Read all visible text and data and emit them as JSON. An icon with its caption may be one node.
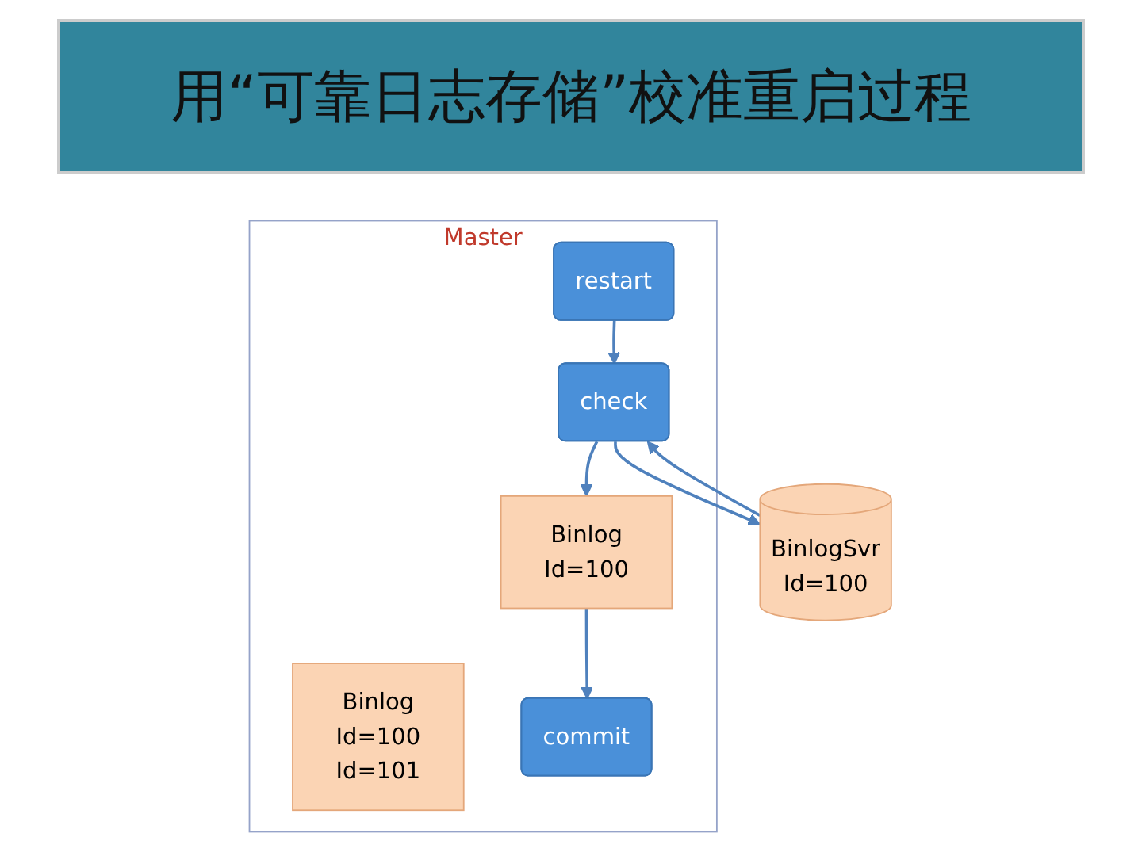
{
  "diagram": {
    "title": "用“可靠日志存储”校准重启过程",
    "nodes": [
      {
        "text": [
          "Master"
        ]
      },
      {
        "text": [
          "Binlog",
          "Id=100",
          "Id=101"
        ],
        "in": 0
      },
      {
        "text": [
          "restart"
        ],
        "in": 0
      },
      {
        "text": [
          "check"
        ],
        "in": 0
      },
      {
        "text": [
          "Binlog",
          "Id=100"
        ],
        "in": 0
      },
      {
        "text": [
          "commit"
        ],
        "in": 0
      },
      {
        "text": [
          "BinlogSvr",
          "Id=100"
        ]
      }
    ],
    "edges": [
      {
        "from": 2,
        "to": 3,
        "arrow": "to"
      },
      {
        "from": 3,
        "to": 6,
        "arrow": "to"
      },
      {
        "from": 6,
        "to": 3,
        "arrow": "to"
      },
      {
        "from": 3,
        "to": 4,
        "arrow": "to"
      },
      {
        "from": 4,
        "to": 5,
        "arrow": "to"
      }
    ]
  }
}
